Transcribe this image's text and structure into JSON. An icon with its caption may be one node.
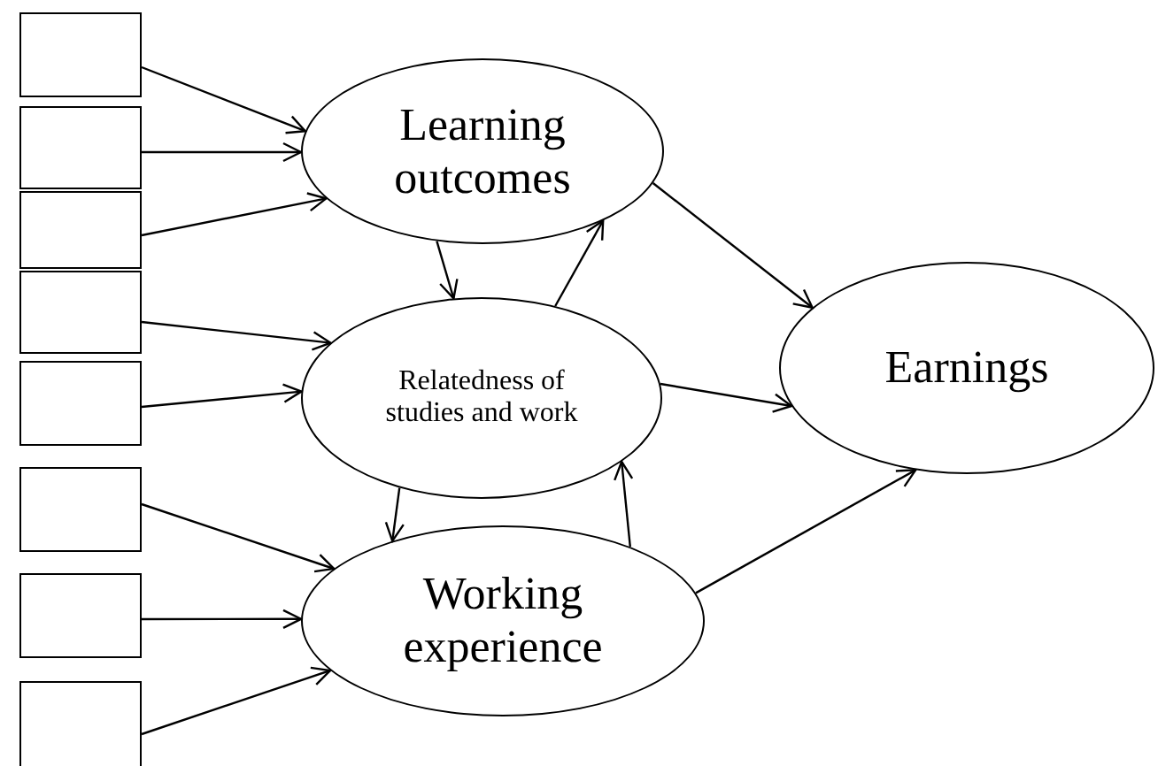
{
  "diagram": {
    "nodes": [
      {
        "text": [],
        "shape": "box"
      },
      {
        "text": [],
        "shape": "box"
      },
      {
        "text": [],
        "shape": "box"
      },
      {
        "text": [],
        "shape": "box"
      },
      {
        "text": [],
        "shape": "box"
      },
      {
        "text": [],
        "shape": "box"
      },
      {
        "text": [],
        "shape": "box"
      },
      {
        "text": [],
        "shape": "box"
      },
      {
        "text": [
          "Learning outcomes"
        ]
      },
      {
        "text": [
          "Relatedness of studies and work"
        ]
      },
      {
        "text": [
          "Working experience"
        ]
      },
      {
        "text": [
          "Earnings"
        ]
      }
    ],
    "edges": [
      {
        "from": 0,
        "to": 8,
        "arrow": "to"
      },
      {
        "from": 1,
        "to": 8,
        "arrow": "to"
      },
      {
        "from": 2,
        "to": 8,
        "arrow": "to"
      },
      {
        "from": 3,
        "to": 9,
        "arrow": "to"
      },
      {
        "from": 4,
        "to": 9,
        "arrow": "to"
      },
      {
        "from": 5,
        "to": 10,
        "arrow": "to"
      },
      {
        "from": 6,
        "to": 10,
        "arrow": "to"
      },
      {
        "from": 7,
        "to": 10,
        "arrow": "to"
      },
      {
        "from": 8,
        "to": 9,
        "arrow": "to"
      },
      {
        "from": 9,
        "to": 8,
        "arrow": "to"
      },
      {
        "from": 9,
        "to": 10,
        "arrow": "to"
      },
      {
        "from": 10,
        "to": 9,
        "arrow": "to"
      },
      {
        "from": 8,
        "to": 11,
        "arrow": "to"
      },
      {
        "from": 9,
        "to": 11,
        "arrow": "to"
      },
      {
        "from": 10,
        "to": 11,
        "arrow": "to"
      }
    ]
  }
}
